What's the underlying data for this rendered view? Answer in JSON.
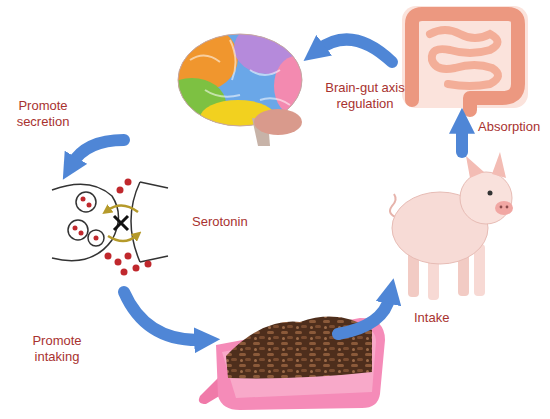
{
  "diagram": {
    "labels": [
      "Brain-gut axis regulation",
      "Absorption",
      "Promote secretion",
      "Serotonin",
      "Promote intaking",
      "Intake"
    ]
  }
}
